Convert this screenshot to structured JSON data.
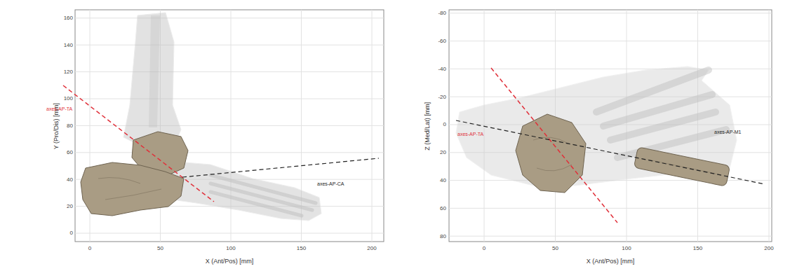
{
  "diagram": {
    "labels": [
      "160",
      "140",
      "120",
      "100",
      "80",
      "60",
      "40",
      "20",
      "0",
      "0",
      "50",
      "100",
      "150",
      "200",
      "Y (Pro/Dis) [mm]",
      "X (Ant/Pos) [mm]",
      "axes-AP-TA",
      "axes-AP-CA",
      "-80",
      "-60",
      "-40",
      "-20",
      "0",
      "20",
      "40",
      "60",
      "80",
      "0",
      "50",
      "100",
      "150",
      "200",
      "Z (Med/Lat) [mm]",
      "X (Ant/Pos) [mm]",
      "axes-AP-TA",
      "axes-AP-M1"
    ]
  }
}
